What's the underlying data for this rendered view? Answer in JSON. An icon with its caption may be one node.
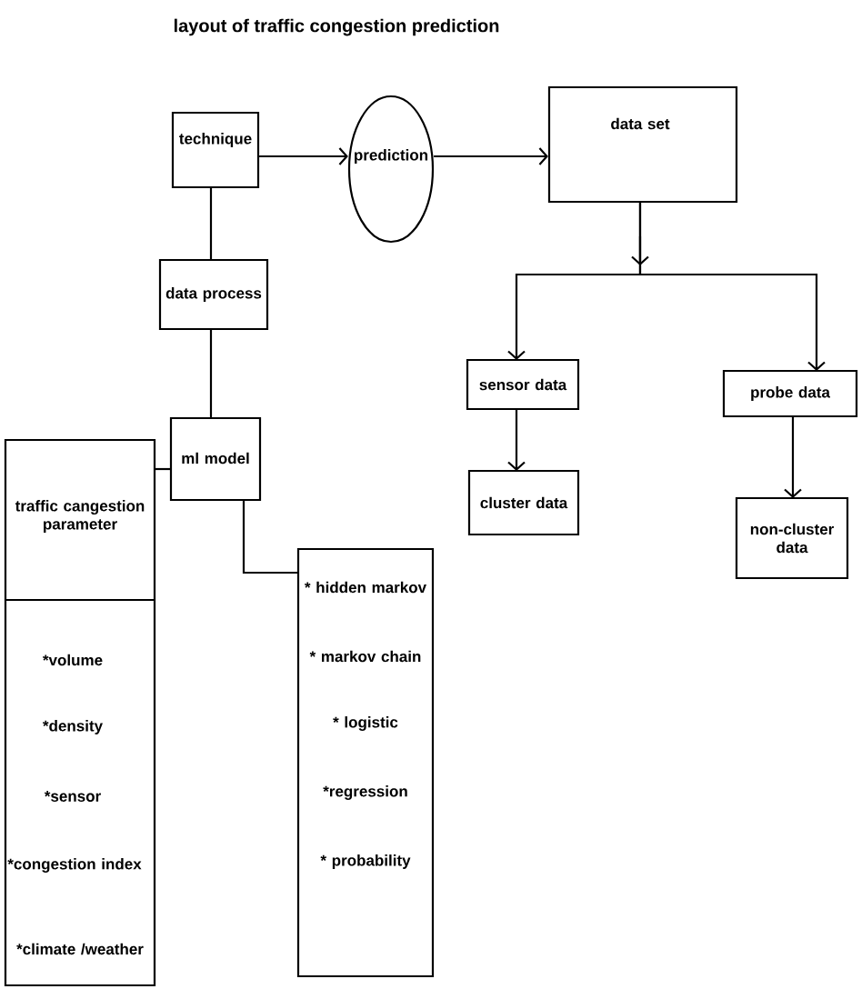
{
  "diagram": {
    "title": "layout of traffic congestion prediction",
    "nodes": [
      {
        "text": [
          "technique"
        ]
      },
      {
        "text": [
          "prediction"
        ]
      },
      {
        "text": [
          "data set"
        ]
      },
      {
        "text": [
          "data process"
        ]
      },
      {
        "text": [
          "sensor data"
        ]
      },
      {
        "text": [
          "probe data"
        ]
      },
      {
        "text": [
          "ml model"
        ]
      },
      {
        "text": [
          "cluster data"
        ]
      },
      {
        "text": [
          "non-cluster data"
        ]
      },
      {
        "text": [
          "traffic cangestion parameter",
          "*volume",
          "*density",
          "*sensor",
          "*congestion index",
          "*climate /weather"
        ]
      },
      {
        "text": [
          "* hidden markov",
          "* markov chain",
          "* logistic",
          "*regression",
          "* probability"
        ]
      }
    ],
    "edges": [
      {
        "from": 0,
        "to": 1,
        "arrow": "to"
      },
      {
        "from": 1,
        "to": 2,
        "arrow": "to"
      },
      {
        "from": 0,
        "to": 3,
        "arrow": "none"
      },
      {
        "from": 2,
        "to": 4,
        "arrow": "to"
      },
      {
        "from": 2,
        "to": 5,
        "arrow": "to"
      },
      {
        "from": 3,
        "to": 6,
        "arrow": "none"
      },
      {
        "from": 4,
        "to": 7,
        "arrow": "to"
      },
      {
        "from": 5,
        "to": 8,
        "arrow": "to"
      },
      {
        "from": 6,
        "to": 9,
        "arrow": "none"
      },
      {
        "from": 6,
        "to": 10,
        "arrow": "none"
      }
    ]
  }
}
